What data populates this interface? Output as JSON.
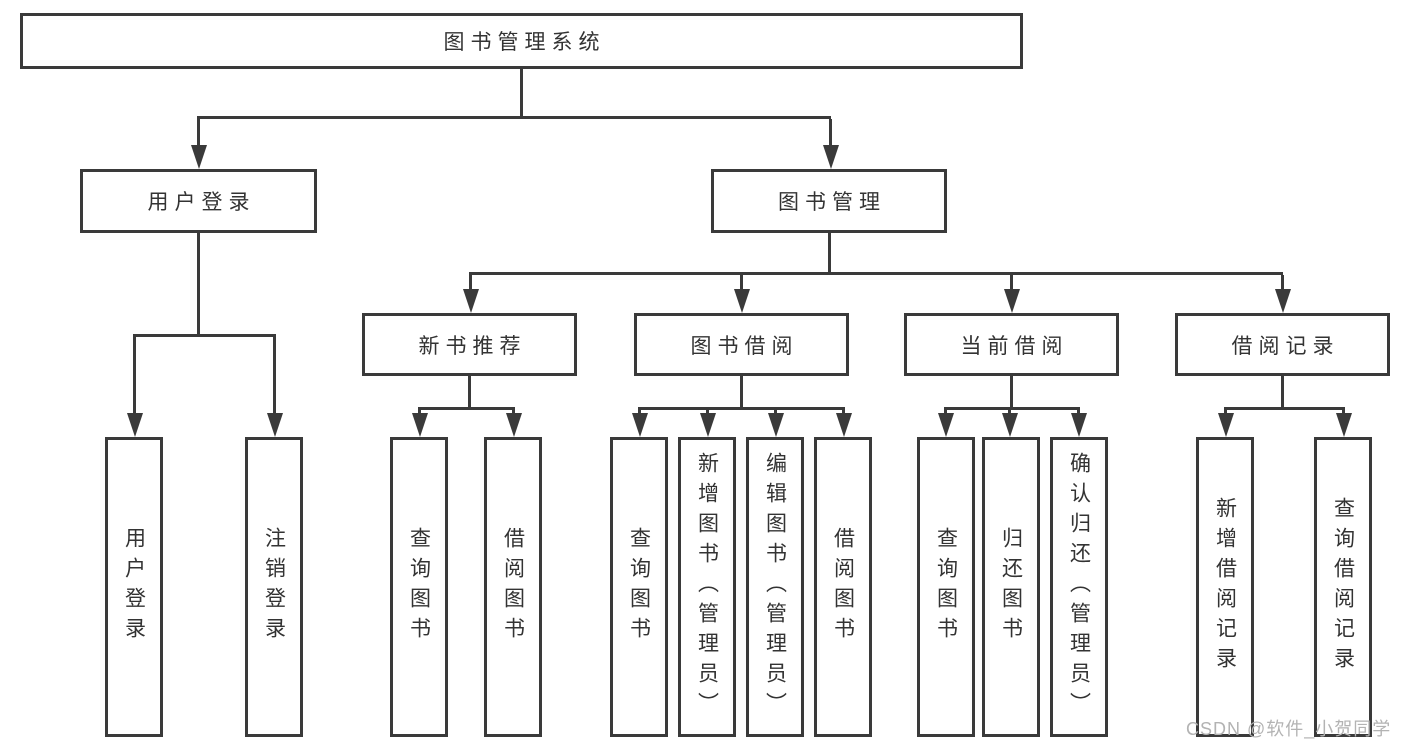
{
  "diagram": {
    "root": "图书管理系统",
    "level2": {
      "user_login": "用户登录",
      "book_mgmt": "图书管理"
    },
    "level3": {
      "new_books": "新书推荐",
      "book_borrow": "图书借阅",
      "current_borrow": "当前借阅",
      "borrow_records": "借阅记录"
    },
    "leaves": {
      "user_login": "用户登录",
      "logout": "注销登录",
      "nb_query": "查询图书",
      "nb_borrow": "借阅图书",
      "bb_query": "查询图书",
      "bb_add": "新增图书（管理员）",
      "bb_edit": "编辑图书（管理员）",
      "bb_borrow": "借阅图书",
      "cb_query": "查询图书",
      "cb_return": "归还图书",
      "cb_confirm": "确认归还（管理员）",
      "br_add": "新增借阅记录",
      "br_query": "查询借阅记录"
    }
  },
  "watermark": "CSDN @软件_小贺同学",
  "colors": {
    "line": "#3a3a3a",
    "text": "#333333",
    "watermark": "#b3b3b3",
    "background": "#ffffff"
  }
}
